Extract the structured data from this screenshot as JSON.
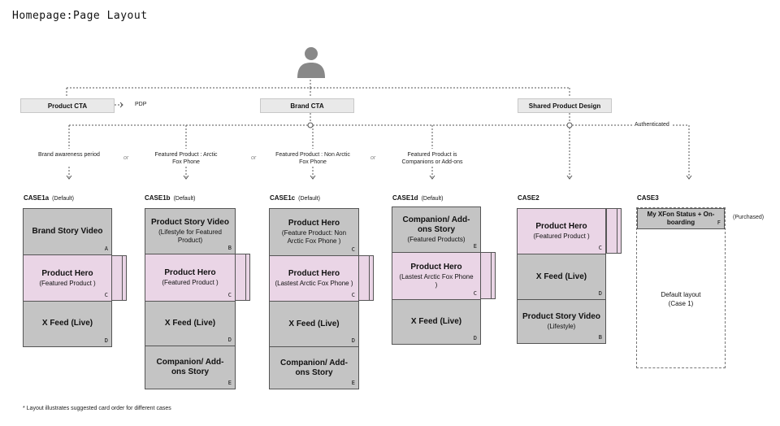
{
  "title": "Homepage:Page Layout",
  "top_boxes": {
    "product_cta": "Product CTA",
    "pdp": "PDP",
    "brand_cta": "Brand CTA",
    "shared_design": "Shared Product Design",
    "authenticated": "Authenticated"
  },
  "conditions": {
    "c1": "Brand awareness period",
    "c2": "Featured Product : Arctic Fox Phone",
    "c3": "Featured Product : Non Arctic Fox Phone",
    "c4": "Featured Product is Companions or Add-ons",
    "or": "or"
  },
  "cases": {
    "case1a": {
      "label": "CASE1a",
      "default": "(Default)"
    },
    "case1b": {
      "label": "CASE1b",
      "default": "(Default)"
    },
    "case1c": {
      "label": "CASE1c",
      "default": "(Default)"
    },
    "case1d": {
      "label": "CASE1d",
      "default": "(Default)"
    },
    "case2": {
      "label": "CASE2"
    },
    "case3": {
      "label": "CASE3",
      "purchased": "(Purchased)"
    }
  },
  "cards": {
    "brand_story_video": "Brand Story Video",
    "product_hero": "Product Hero",
    "featured_product": "(Featured Product )",
    "x_feed_live": "X Feed (Live)",
    "product_story_video": "Product Story Video",
    "lifestyle_featured": "(Lifestyle for Featured Product)",
    "companion_addons_story": "Companion/ Add-ons Story",
    "feature_product_non_arctic": "(Feature Product: Non Arctic Fox Phone )",
    "lastest_arctic_fox": "(Lastest Arctic Fox Phone )",
    "featured_products": "(Featured Products)",
    "lifestyle": "(Lifestyle)",
    "my_xfon_status": "My XFon Status + On-boarding",
    "default_layout": "Default layout (Case 1)"
  },
  "letters": {
    "A": "A",
    "B": "B",
    "C": "C",
    "D": "D",
    "E": "E",
    "F": "F"
  },
  "footnote": "* Layout illustrates suggested card order for different cases",
  "colors": {
    "card_gray": "#c4c4c4",
    "card_pink": "#ead5e6",
    "topbox": "#e9e9e9"
  },
  "icons": {
    "user": "person-silhouette-icon"
  }
}
